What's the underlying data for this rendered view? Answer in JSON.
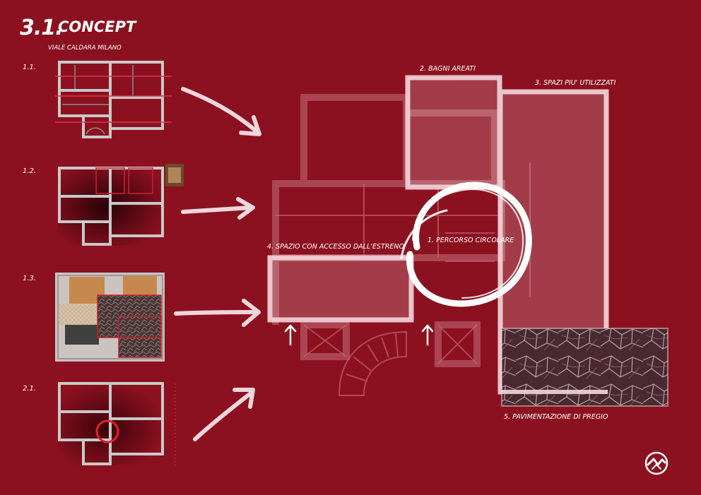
{
  "header": {
    "number": "3.1.",
    "title": "CONCEPT",
    "subtitle": "VIALE CALDARA MILANO"
  },
  "steps": [
    {
      "label": "1.1."
    },
    {
      "label": "1.2."
    },
    {
      "label": "1.3."
    },
    {
      "label": "2.1."
    }
  ],
  "plan_labels": {
    "bagni": "2. BAGNI AREATI",
    "spazi": "3. SPAZI PIU' UTILIZZATI",
    "percorso": "1. PERCORSO CIRCOLARE",
    "spazio_accesso": "4. SPAZIO CON ACCESSO DALL'ESTRENO",
    "pavimentazione": "5. PAVIMENTAZIONE DI PREGIO"
  },
  "colors": {
    "background": "#8c1120",
    "accent_red": "#c8202e",
    "highlight": "#f2d6dc"
  },
  "icons": [
    "arrow-icon",
    "up-arrow-icon",
    "logo-icon"
  ]
}
